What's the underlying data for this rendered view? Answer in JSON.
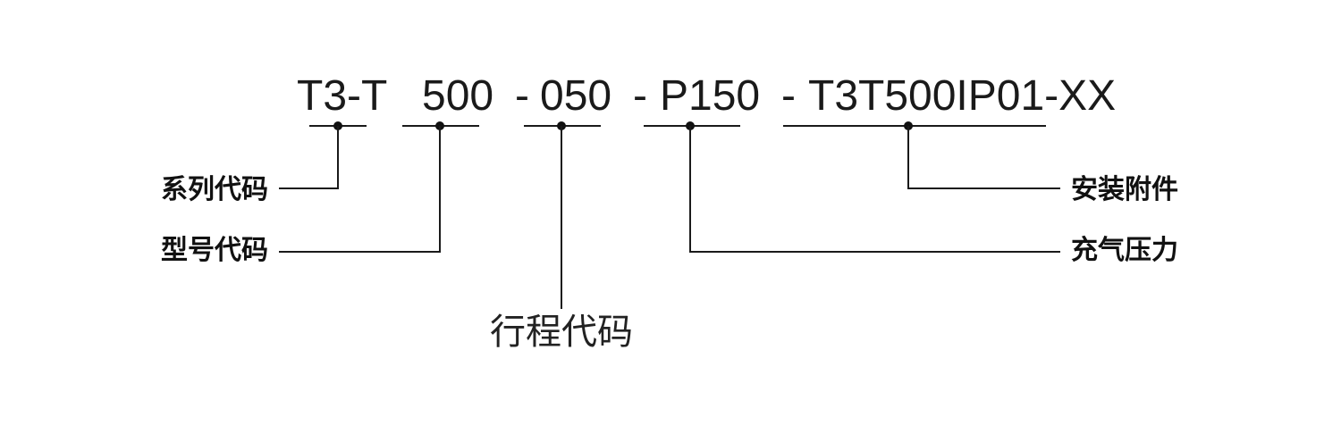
{
  "code": {
    "series": "T3-T",
    "model": "500",
    "sep1": "-",
    "stroke": "050",
    "sep2": "-",
    "pressure": "P150",
    "sep3": "-",
    "accessory": "T3T500IP01-XX"
  },
  "labels": {
    "series": "系列代码",
    "model": "型号代码",
    "stroke": "行程代码",
    "pressure": "充气压力",
    "accessory": "安装附件"
  }
}
